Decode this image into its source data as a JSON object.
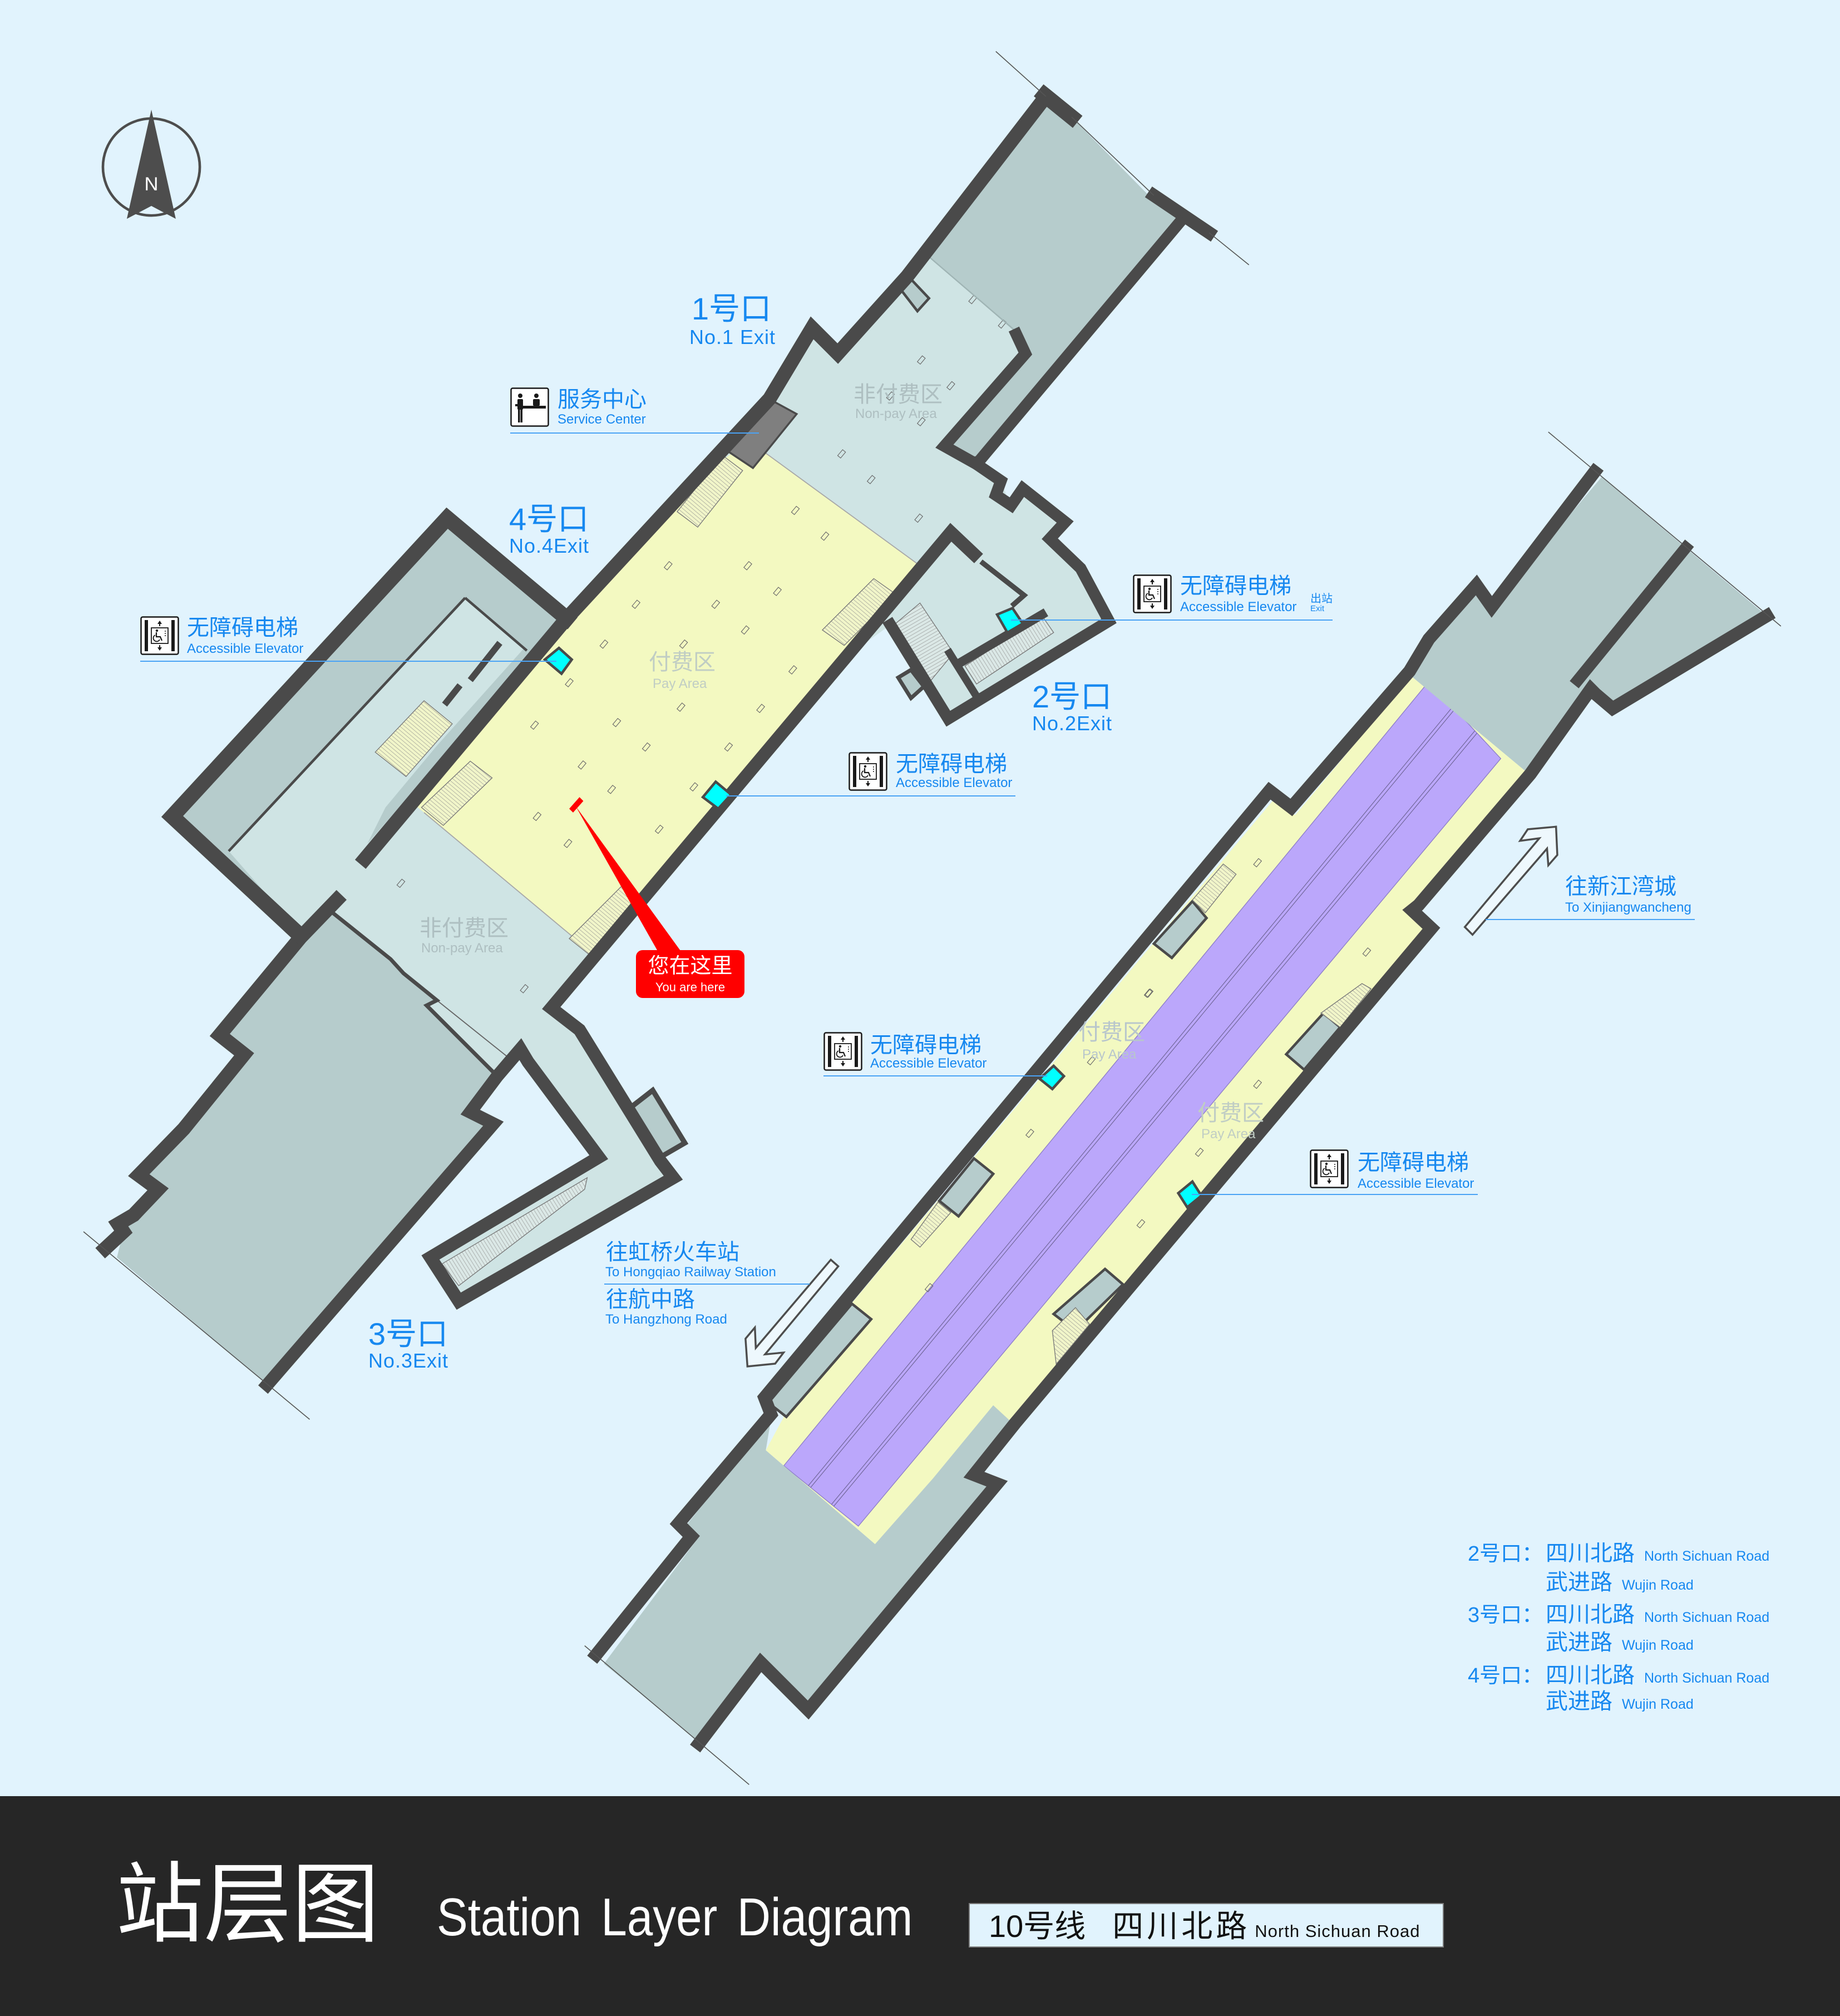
{
  "compass": {
    "label": "N"
  },
  "exits": {
    "exit1": {
      "label_zh": "1号口",
      "label_en": "No.1 Exit"
    },
    "exit2": {
      "label_zh": "2号口",
      "label_en": "No.2Exit"
    },
    "exit3": {
      "label_zh": "3号口",
      "label_en": "No.3Exit"
    },
    "exit4": {
      "label_zh": "4号口",
      "label_en": "No.4Exit"
    }
  },
  "service_center": {
    "icon": "service-center-icon",
    "label_zh": "服务中心",
    "label_en": "Service Center"
  },
  "elevators": [
    {
      "icon": "accessible-elevator-icon",
      "label_zh": "无障碍电梯",
      "label_en": "Accessible Elevator"
    },
    {
      "icon": "accessible-elevator-icon",
      "label_zh": "无障碍电梯",
      "label_en": "Accessible Elevator",
      "note_zh": "出站",
      "note_en": "Exit"
    },
    {
      "icon": "accessible-elevator-icon",
      "label_zh": "无障碍电梯",
      "label_en": "Accessible Elevator"
    },
    {
      "icon": "accessible-elevator-icon",
      "label_zh": "无障碍电梯",
      "label_en": "Accessible Elevator"
    },
    {
      "icon": "accessible-elevator-icon",
      "label_zh": "无障碍电梯",
      "label_en": "Accessible Elevator"
    }
  ],
  "areas": [
    {
      "label_zh": "非付费区",
      "label_en": "Non-pay Area"
    },
    {
      "label_zh": "付费区",
      "label_en": "Pay Area"
    },
    {
      "label_zh": "非付费区",
      "label_en": "Non-pay Area"
    },
    {
      "label_zh": "付费区",
      "label_en": "Pay Area"
    },
    {
      "label_zh": "付费区",
      "label_en": "Pay Area"
    }
  ],
  "you_are_here": {
    "label_zh": "您在这里",
    "label_en": "You are here"
  },
  "directions": [
    {
      "icon": "arrow-up-right-icon",
      "label_zh": "往新江湾城",
      "label_en": "To Xinjiangwancheng"
    },
    {
      "icon": "arrow-down-left-icon",
      "label_zh": "往虹桥火车站",
      "label_en": "To Hongqiao Railway Station"
    },
    {
      "label_zh": "往航中路",
      "label_en": "To Hangzhong Road"
    }
  ],
  "exit_destinations": [
    {
      "exit": "2号口：",
      "roads": [
        {
          "zh": "四川北路",
          "en": "North Sichuan Road"
        },
        {
          "zh": "武进路",
          "en": "Wujin Road"
        }
      ]
    },
    {
      "exit": "3号口：",
      "roads": [
        {
          "zh": "四川北路",
          "en": "North Sichuan Road"
        },
        {
          "zh": "武进路",
          "en": "Wujin Road"
        }
      ]
    },
    {
      "exit": "4号口：",
      "roads": [
        {
          "zh": "四川北路",
          "en": "North Sichuan Road"
        },
        {
          "zh": "武进路",
          "en": "Wujin Road"
        }
      ]
    }
  ],
  "footer": {
    "title_zh": "站层图",
    "title_en": "Station Layer Diagram",
    "line": "10号线",
    "station_zh": "四川北路",
    "station_en": "North Sichuan Road"
  },
  "colors": {
    "background": "#e1f3fd",
    "non_pay_area": "#cfe4e4",
    "passage": "#b6cccc",
    "pay_area": "#f3f9c1",
    "track_area": "#bba7fb",
    "wall": "#4a4a4a",
    "elevator": "#00ffff",
    "label_blue": "#1688f0",
    "you_are_here": "#ff0000",
    "footer_bg": "#262626"
  }
}
